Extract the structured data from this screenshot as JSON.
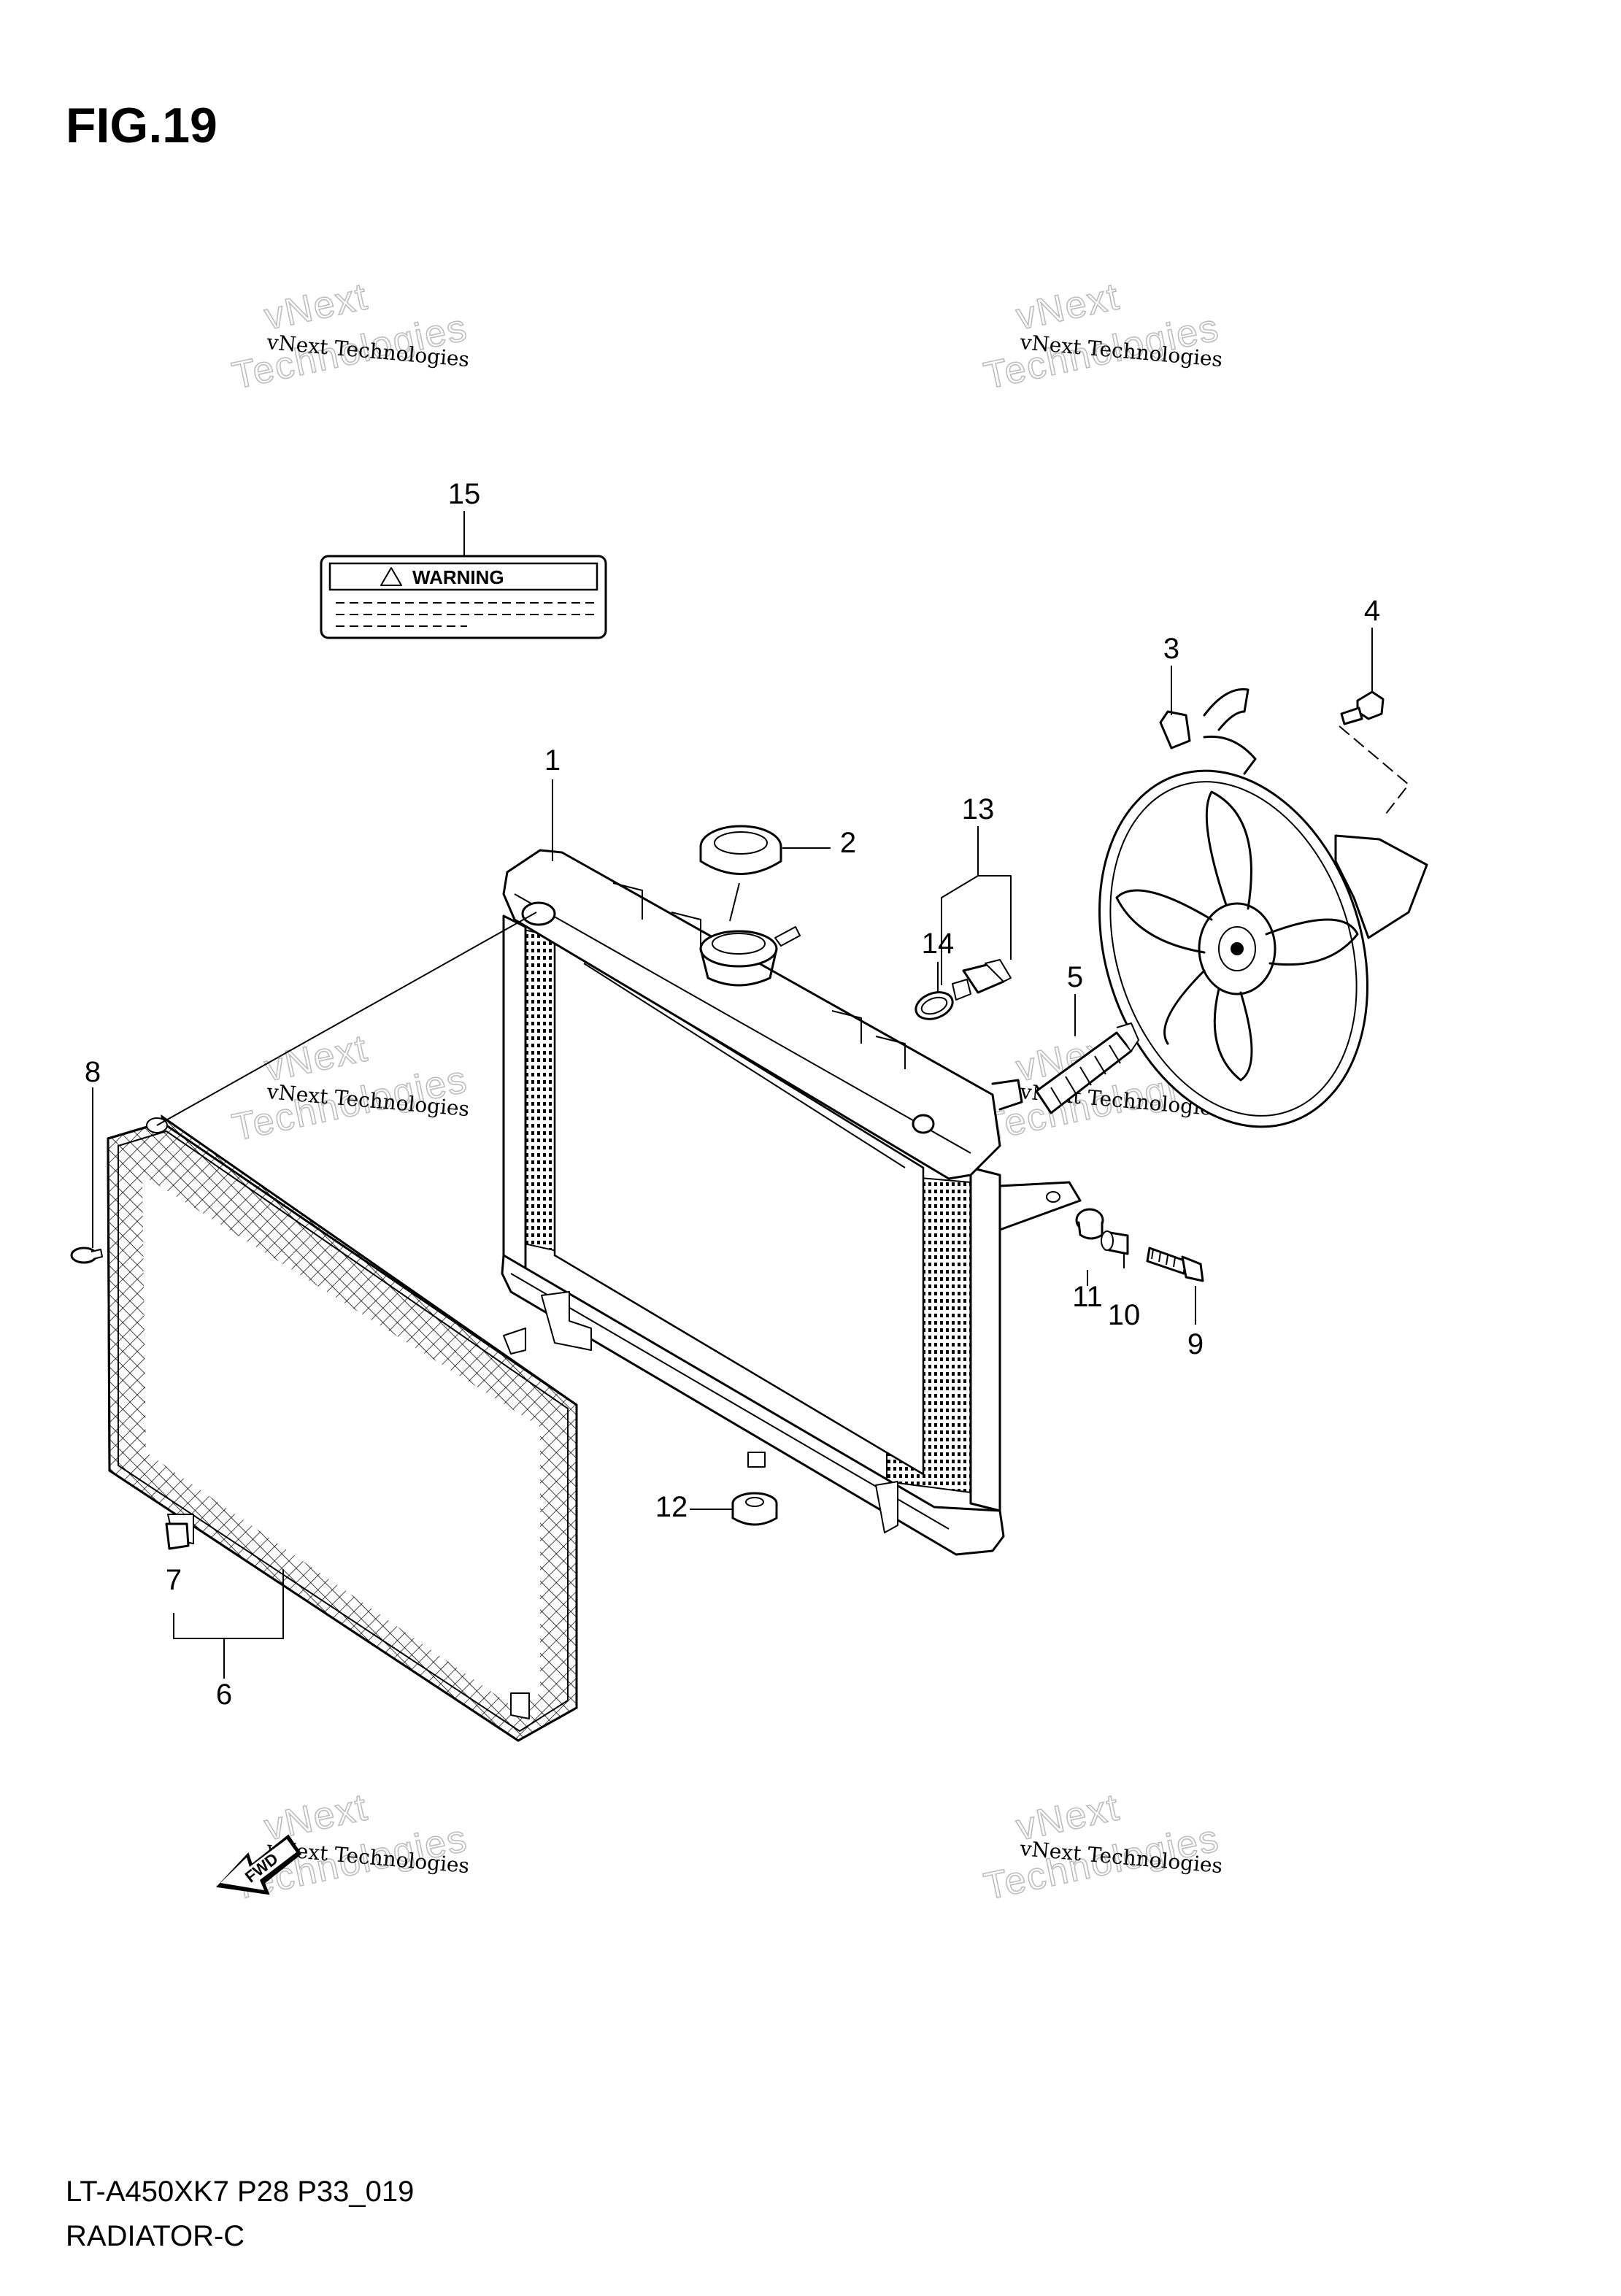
{
  "figure_label": "FIG.19",
  "footer": {
    "code": "LT-A450XK7 P28 P33_019",
    "title": "RADIATOR-C"
  },
  "warning_label_text": "WARNING",
  "fwd_text": "FWD",
  "watermark": {
    "line1": "vNext Technologies",
    "line2": "vNext",
    "line3": "Technologies"
  },
  "callouts": [
    "1",
    "2",
    "3",
    "4",
    "5",
    "6",
    "7",
    "8",
    "9",
    "10",
    "11",
    "12",
    "13",
    "14",
    "15"
  ]
}
